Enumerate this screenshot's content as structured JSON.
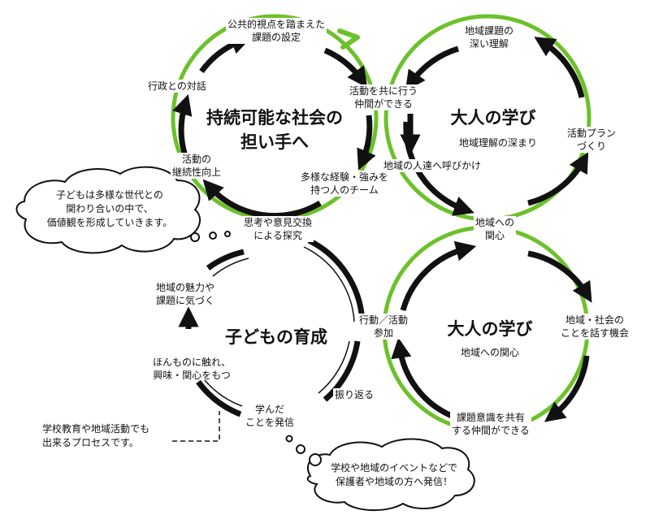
{
  "diagram": {
    "circle_top_left": {
      "title": "持続可能な社会の\n担い手へ",
      "nodes": {
        "top": "公共的視点を踏まえた\n課題の設定",
        "right_top": "活動を共に行う\n仲間ができる",
        "right_bottom": "多様な経験・強みを\n持つ人のチーム",
        "bottom": "思考や意見交換\nによる探究",
        "left_bottom": "活動の\n継続性向上",
        "left_top": "行政との対話"
      }
    },
    "circle_top_right": {
      "title": "大人の学び",
      "subtitle": "地域理解の深まり",
      "nodes": {
        "top": "地域課題の\n深い理解",
        "right": "活動プラン\nづくり",
        "bottom": "地域への\n関心",
        "left": "地域の人達へ呼びかけ"
      }
    },
    "circle_bottom_left": {
      "title": "子どもの育成",
      "nodes": {
        "top_left": "地域の魅力や\n課題に気づく",
        "left": "ほんものに触れ、\n興味・関心をもつ",
        "bottom": "学んだ\nことを発信",
        "bottom_right": "振り返る",
        "right": "行動／活動\n参加"
      }
    },
    "circle_bottom_right": {
      "title": "大人の学び",
      "subtitle": "地域への関心",
      "nodes": {
        "right": "地域・社会の\nことを話す機会",
        "bottom": "課題意識を共有\nする仲間ができる"
      }
    },
    "bubble_top": "子どもは多様な世代との\n関わり合いの中で、\n価値観を形成していきます。",
    "bubble_bottom": "学校や地域のイベントなどで\n保護者や地域の方へ発信！",
    "side_note": "学校教育や地域活動でも\n出来るプロセスです。",
    "colors": {
      "accent_green": "#6cc12a",
      "arrow_black": "#111111",
      "background": "#ffffff"
    }
  }
}
